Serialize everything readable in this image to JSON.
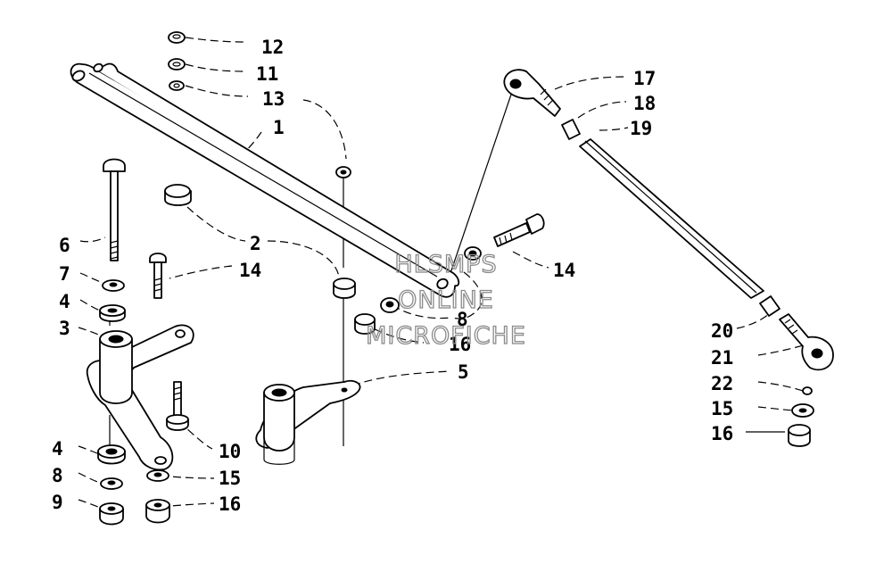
{
  "diagram": {
    "callouts": [
      {
        "id": "c12a",
        "text": "12"
      },
      {
        "id": "c11",
        "text": "11"
      },
      {
        "id": "c13",
        "text": "13"
      },
      {
        "id": "c1",
        "text": "1"
      },
      {
        "id": "c6",
        "text": "6"
      },
      {
        "id": "c2",
        "text": "2"
      },
      {
        "id": "c7",
        "text": "7"
      },
      {
        "id": "c14a",
        "text": "14"
      },
      {
        "id": "c4a",
        "text": "4"
      },
      {
        "id": "c3",
        "text": "3"
      },
      {
        "id": "c8a",
        "text": "8"
      },
      {
        "id": "c16a",
        "text": "16"
      },
      {
        "id": "c5",
        "text": "5"
      },
      {
        "id": "c10",
        "text": "10"
      },
      {
        "id": "c4b",
        "text": "4"
      },
      {
        "id": "c8b",
        "text": "8"
      },
      {
        "id": "c15a",
        "text": "15"
      },
      {
        "id": "c9",
        "text": "9"
      },
      {
        "id": "c16b",
        "text": "16"
      },
      {
        "id": "c17",
        "text": "17"
      },
      {
        "id": "c18",
        "text": "18"
      },
      {
        "id": "c19",
        "text": "19"
      },
      {
        "id": "c14b",
        "text": "14"
      },
      {
        "id": "c20",
        "text": "20"
      },
      {
        "id": "c21",
        "text": "21"
      },
      {
        "id": "c22",
        "text": "22"
      },
      {
        "id": "c15b",
        "text": "15"
      },
      {
        "id": "c16c",
        "text": "16"
      }
    ],
    "watermark": [
      "HLSMPS",
      "ONLINE",
      "MICROFICHE"
    ]
  }
}
